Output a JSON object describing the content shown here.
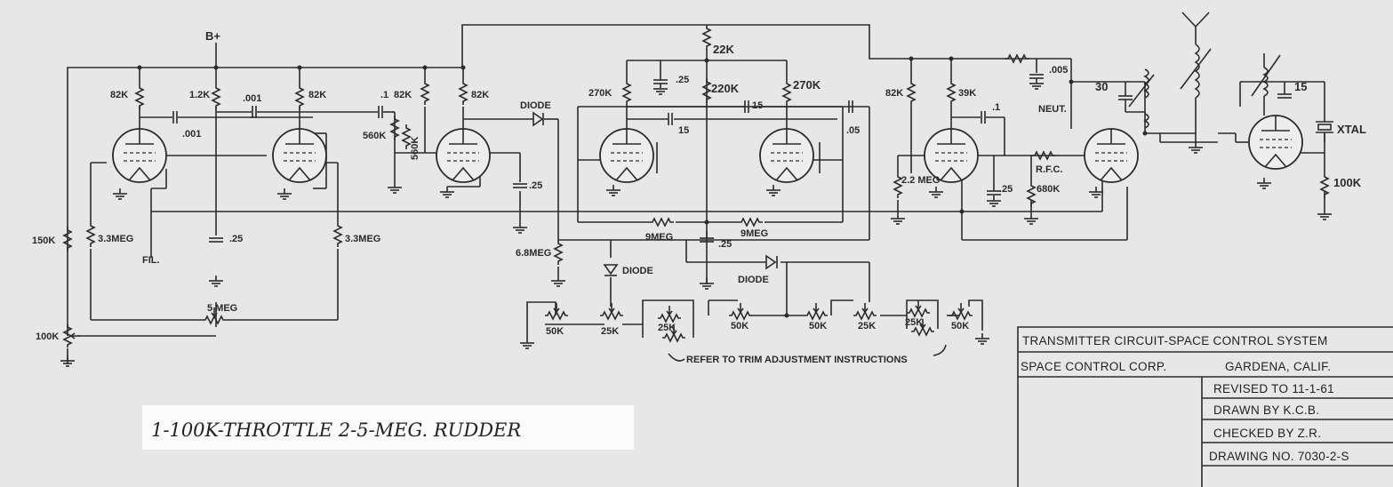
{
  "title_block": {
    "title": "TRANSMITTER CIRCUIT-SPACE CONTROL SYSTEM",
    "company": "SPACE CONTROL CORP.",
    "location": "GARDENA, CALIF.",
    "revised": "REVISED TO 11-1-61",
    "drawn_by": "DRAWN BY K.C.B.",
    "checked_by": "CHECKED BY Z.R.",
    "drawing_no": "DRAWING NO. 7030-2-S"
  },
  "handwritten_note": "1-100K-THROTTLE  2-5-MEG. RUDDER",
  "trim_note": "REFER TO TRIM ADJUSTMENT INSTRUCTIONS",
  "labels": {
    "b_plus": "B+",
    "fil": "FIL.",
    "r82k_1": "82K",
    "r1_2k": "1.2K",
    "c001_1": ".001",
    "r82k_2": "82K",
    "c001_2": ".001",
    "r150k": "150K",
    "r3_3meg_1": "3.3MEG",
    "c25_1": ".25",
    "r3_3meg_2": "3.3MEG",
    "r100k_pot": "100K",
    "r5meg_pot": "5 MEG",
    "c1_a": ".1",
    "r560k_1": "560K",
    "r560k_2": "560K",
    "r82k_3": "82K",
    "r82k_4": "82K",
    "diode_1": "DIODE",
    "c25_2": ".25",
    "r6_8meg": "6.8MEG",
    "diode_2": "DIODE",
    "r22k": "22K",
    "r270k_1": "270K",
    "c25_3": ".25",
    "r220k": "220K",
    "c15_1": "15",
    "c15_2": "15",
    "r270k_2": "270K",
    "c05": ".05",
    "r9meg_1": "9MEG",
    "r9meg_2": "9MEG",
    "c25_4": ".25",
    "diode_3": "DIODE",
    "r82k_5": "82K",
    "r39k": "39K",
    "c1_b": ".1",
    "r2_2meg": "2.2 MEG",
    "c25_5": ".25",
    "neut": "NEUT.",
    "rfc": "R.F.C.",
    "r680k": "680K",
    "c005": ".005",
    "c30": "30",
    "c15_3": "15",
    "xtal": "XTAL",
    "r100k": "100K",
    "pot50k_1": "50K",
    "pot25k_1": "25K",
    "pot25k_2": "25K",
    "pot50k_2": "50K",
    "pot50k_3": "50K",
    "pot25k_3": "25K",
    "pot25k_4": "25K",
    "pot50k_4": "50K"
  },
  "colors": {
    "paper": "#e7e7e7",
    "ink": "#2b2b2b"
  }
}
